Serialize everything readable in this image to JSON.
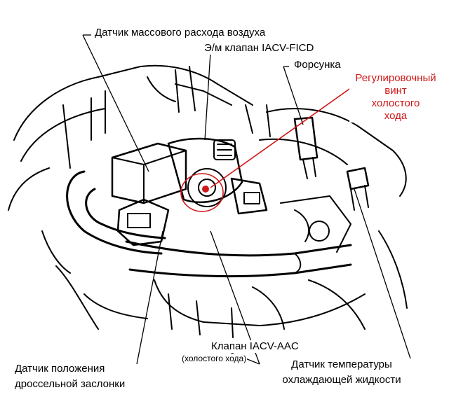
{
  "diagram": {
    "labels": {
      "maf_sensor": "Датчик массового расхода воздуха",
      "iacv_ficd": "Э/м клапан IACV-FICD",
      "injector": "Форсунка",
      "idle_screw_1": "Регулировочный",
      "idle_screw_2": "винт",
      "idle_screw_3": "холостого",
      "idle_screw_4": "хода",
      "iacv_aac": "Клапан IACV-AAC",
      "iacv_aac_note": "(холостого хода)",
      "tps_1": "Датчик положения",
      "tps_2": "дроссельной заслонки",
      "coolant_1": "Датчик температуры",
      "coolant_2": "охлаждающей жидкости"
    },
    "colors": {
      "ink": "#000000",
      "highlight": "#d01818",
      "background": "#ffffff"
    }
  }
}
